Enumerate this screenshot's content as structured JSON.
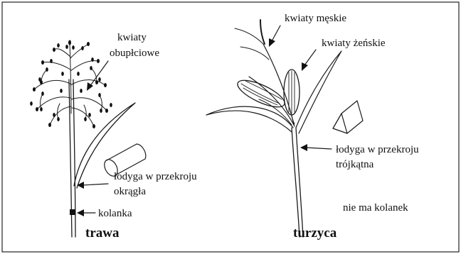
{
  "grass": {
    "title": "trawa",
    "flowers_line1": "kwiaty",
    "flowers_line2": "obupłciowe",
    "stem_line1": "łodyga w przekroju",
    "stem_line2": "okrągła",
    "nodes": "kolanka"
  },
  "sedge": {
    "title": "turzyca",
    "male_flowers": "kwiaty męskie",
    "female_flowers": "kwiaty żeńskie",
    "stem_line1": "łodyga w przekroju",
    "stem_line2": "trójkątna",
    "no_nodes": "nie ma kolanek"
  }
}
